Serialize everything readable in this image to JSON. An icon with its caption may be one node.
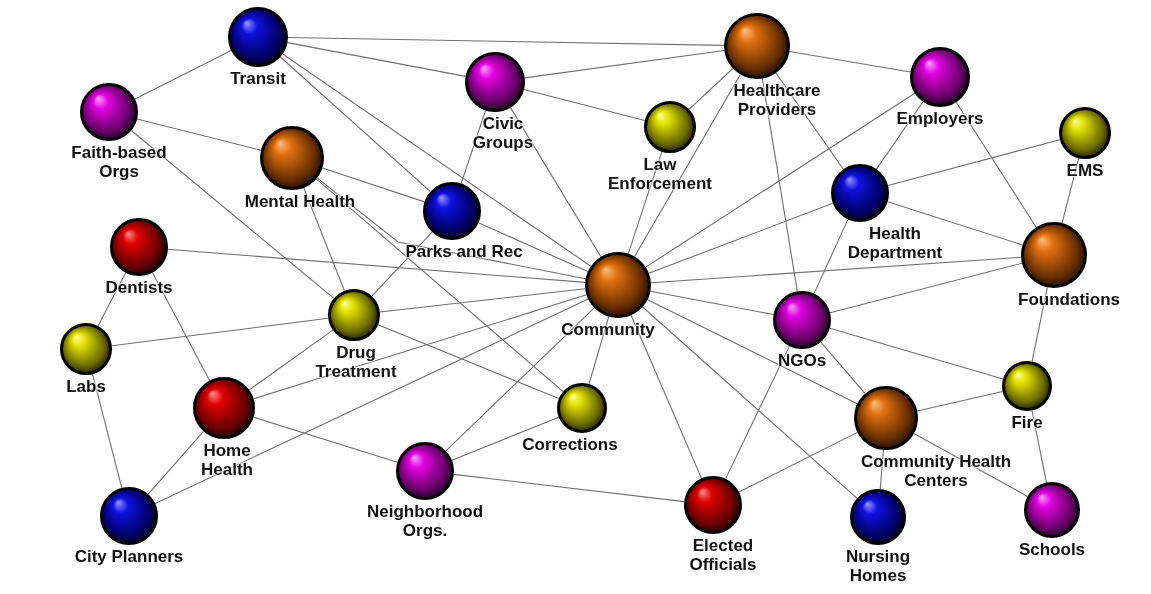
{
  "diagram": {
    "nodes": [
      {
        "text": [
          "Transit"
        ]
      },
      {
        "text": [
          "Civic Groups"
        ]
      },
      {
        "text": [
          "Healthcare Providers"
        ]
      },
      {
        "text": [
          "Employers"
        ]
      },
      {
        "text": [
          "Faith-based Orgs"
        ]
      },
      {
        "text": [
          "Mental Health"
        ]
      },
      {
        "text": [
          "Law Enforcement"
        ]
      },
      {
        "text": [
          "EMS"
        ]
      },
      {
        "text": [
          "Parks and Rec"
        ]
      },
      {
        "text": [
          "Health Department"
        ]
      },
      {
        "text": [
          "Dentists"
        ]
      },
      {
        "text": [
          "Foundations"
        ]
      },
      {
        "text": [
          "Community"
        ]
      },
      {
        "text": [
          "Drug Treatment"
        ]
      },
      {
        "text": [
          "Labs"
        ]
      },
      {
        "text": [
          "NGOs"
        ]
      },
      {
        "text": [
          "Home Health"
        ]
      },
      {
        "text": [
          "Corrections"
        ]
      },
      {
        "text": [
          "Fire"
        ]
      },
      {
        "text": [
          "Community Health Centers"
        ]
      },
      {
        "text": [
          "Neighborhood Orgs."
        ]
      },
      {
        "text": [
          "City Planners"
        ]
      },
      {
        "text": [
          "Elected Officials"
        ]
      },
      {
        "text": [
          "Nursing Homes"
        ]
      },
      {
        "text": [
          "Schools"
        ]
      }
    ],
    "edges": [
      {
        "from": 0,
        "to": 4,
        "arrow": "none"
      },
      {
        "from": 0,
        "to": 2,
        "arrow": "none"
      },
      {
        "from": 0,
        "to": 1,
        "arrow": "none"
      },
      {
        "from": 0,
        "to": 8,
        "arrow": "none"
      },
      {
        "from": 0,
        "to": 12,
        "arrow": "none"
      },
      {
        "from": 1,
        "to": 2,
        "arrow": "none"
      },
      {
        "from": 1,
        "to": 6,
        "arrow": "none"
      },
      {
        "from": 1,
        "to": 8,
        "arrow": "none"
      },
      {
        "from": 1,
        "to": 12,
        "arrow": "none"
      },
      {
        "from": 4,
        "to": 5,
        "arrow": "none"
      },
      {
        "from": 5,
        "to": 12,
        "arrow": "none"
      },
      {
        "from": 4,
        "to": 13,
        "arrow": "none"
      },
      {
        "from": 5,
        "to": 8,
        "arrow": "none"
      },
      {
        "from": 5,
        "to": 13,
        "arrow": "none"
      },
      {
        "from": 5,
        "to": 17,
        "arrow": "none"
      },
      {
        "from": 8,
        "to": 13,
        "arrow": "none"
      },
      {
        "from": 8,
        "to": 12,
        "arrow": "none"
      },
      {
        "from": 2,
        "to": 6,
        "arrow": "none"
      },
      {
        "from": 2,
        "to": 12,
        "arrow": "none"
      },
      {
        "from": 2,
        "to": 3,
        "arrow": "none"
      },
      {
        "from": 2,
        "to": 15,
        "arrow": "none"
      },
      {
        "from": 2,
        "to": 9,
        "arrow": "none"
      },
      {
        "from": 6,
        "to": 12,
        "arrow": "none"
      },
      {
        "from": 3,
        "to": 12,
        "arrow": "none"
      },
      {
        "from": 3,
        "to": 9,
        "arrow": "none"
      },
      {
        "from": 3,
        "to": 11,
        "arrow": "none"
      },
      {
        "from": 7,
        "to": 9,
        "arrow": "none"
      },
      {
        "from": 7,
        "to": 11,
        "arrow": "none"
      },
      {
        "from": 9,
        "to": 12,
        "arrow": "none"
      },
      {
        "from": 9,
        "to": 11,
        "arrow": "none"
      },
      {
        "from": 9,
        "to": 15,
        "arrow": "none"
      },
      {
        "from": 11,
        "to": 12,
        "arrow": "none"
      },
      {
        "from": 11,
        "to": 15,
        "arrow": "none"
      },
      {
        "from": 11,
        "to": 18,
        "arrow": "none"
      },
      {
        "from": 10,
        "to": 12,
        "arrow": "none"
      },
      {
        "from": 10,
        "to": 14,
        "arrow": "none"
      },
      {
        "from": 10,
        "to": 16,
        "arrow": "none"
      },
      {
        "from": 13,
        "to": 12,
        "arrow": "none"
      },
      {
        "from": 13,
        "to": 14,
        "arrow": "none"
      },
      {
        "from": 13,
        "to": 16,
        "arrow": "none"
      },
      {
        "from": 13,
        "to": 17,
        "arrow": "none"
      },
      {
        "from": 16,
        "to": 12,
        "arrow": "none"
      },
      {
        "from": 21,
        "to": 12,
        "arrow": "none"
      },
      {
        "from": 20,
        "to": 12,
        "arrow": "none"
      },
      {
        "from": 17,
        "to": 12,
        "arrow": "none"
      },
      {
        "from": 22,
        "to": 12,
        "arrow": "none"
      },
      {
        "from": 23,
        "to": 12,
        "arrow": "none"
      },
      {
        "from": 19,
        "to": 12,
        "arrow": "none"
      },
      {
        "from": 15,
        "to": 12,
        "arrow": "none"
      },
      {
        "from": 14,
        "to": 21,
        "arrow": "none"
      },
      {
        "from": 16,
        "to": 21,
        "arrow": "none"
      },
      {
        "from": 16,
        "to": 20,
        "arrow": "none"
      },
      {
        "from": 20,
        "to": 17,
        "arrow": "none"
      },
      {
        "from": 20,
        "to": 22,
        "arrow": "none"
      },
      {
        "from": 15,
        "to": 22,
        "arrow": "none"
      },
      {
        "from": 15,
        "to": 19,
        "arrow": "none"
      },
      {
        "from": 15,
        "to": 18,
        "arrow": "none"
      },
      {
        "from": 19,
        "to": 18,
        "arrow": "none"
      },
      {
        "from": 19,
        "to": 22,
        "arrow": "none"
      },
      {
        "from": 19,
        "to": 23,
        "arrow": "none"
      },
      {
        "from": 19,
        "to": 24,
        "arrow": "none"
      },
      {
        "from": 18,
        "to": 24,
        "arrow": "none"
      }
    ]
  }
}
